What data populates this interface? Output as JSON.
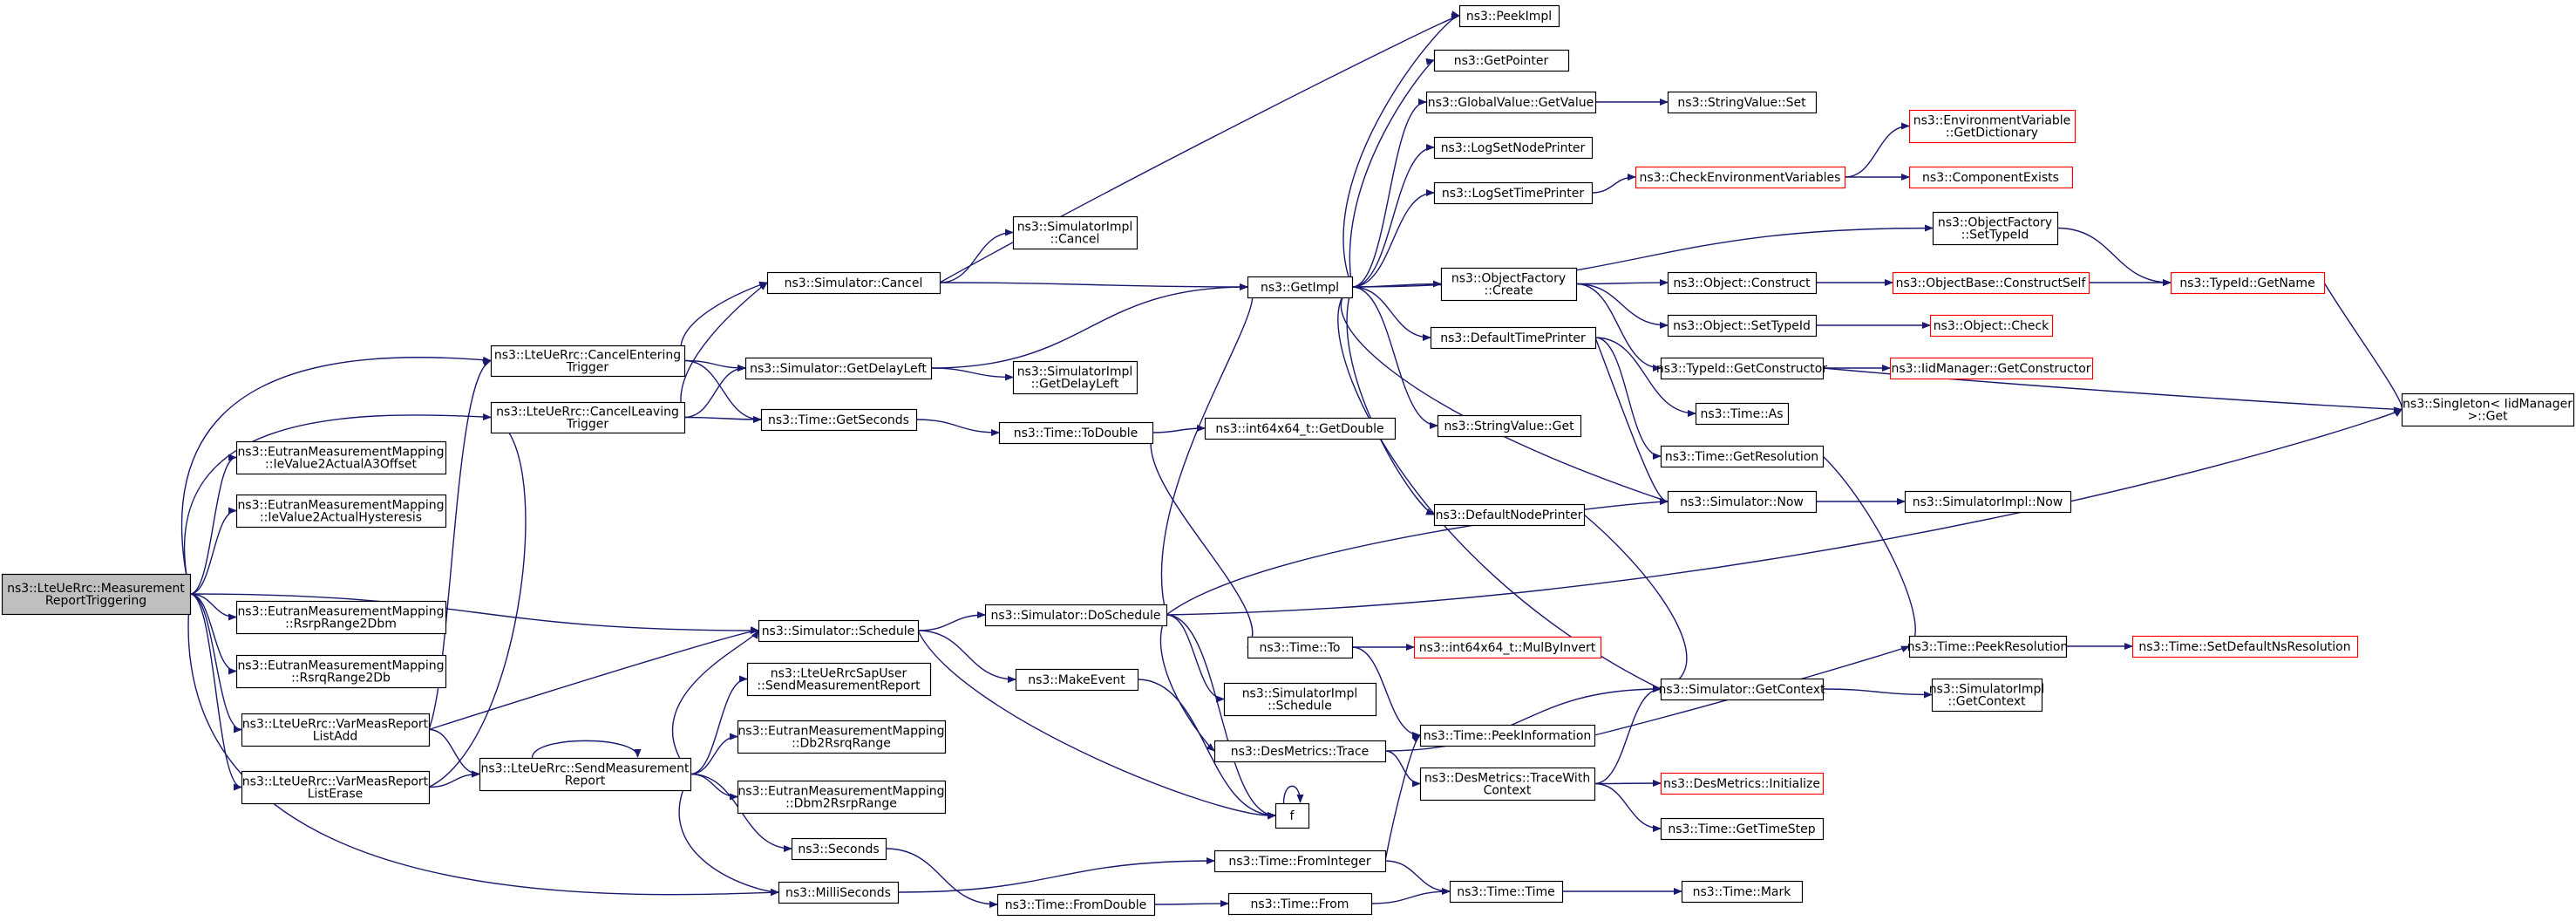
{
  "diagram": {
    "kind": "call-graph",
    "colors": {
      "background": "#ffffff",
      "edge": "#191970",
      "node_border": "#000000",
      "node_border_external": "#ff0000",
      "node_fill": "#ffffff",
      "root_fill": "#bfbfbf",
      "text": "#000000"
    },
    "nodes": [
      {
        "id": "root",
        "lines": [
          "ns3::LteUeRrc::Measurement",
          "ReportTriggering"
        ],
        "style": "root"
      },
      {
        "id": "cancelEntering",
        "lines": [
          "ns3::LteUeRrc::CancelEntering",
          "Trigger"
        ]
      },
      {
        "id": "cancelLeaving",
        "lines": [
          "ns3::LteUeRrc::CancelLeaving",
          "Trigger"
        ]
      },
      {
        "id": "ieA3",
        "lines": [
          "ns3::EutranMeasurementMapping",
          "::IeValue2ActualA3Offset"
        ]
      },
      {
        "id": "ieHyst",
        "lines": [
          "ns3::EutranMeasurementMapping",
          "::IeValue2ActualHysteresis"
        ]
      },
      {
        "id": "rsrp2dbm",
        "lines": [
          "ns3::EutranMeasurementMapping",
          "::RsrpRange2Dbm"
        ]
      },
      {
        "id": "rsrq2db",
        "lines": [
          "ns3::EutranMeasurementMapping",
          "::RsrqRange2Db"
        ]
      },
      {
        "id": "varAdd",
        "lines": [
          "ns3::LteUeRrc::VarMeasReport",
          "ListAdd"
        ]
      },
      {
        "id": "varErase",
        "lines": [
          "ns3::LteUeRrc::VarMeasReport",
          "ListErase"
        ]
      },
      {
        "id": "simCancel",
        "lines": [
          "ns3::Simulator::Cancel"
        ]
      },
      {
        "id": "simDelay",
        "lines": [
          "ns3::Simulator::GetDelayLeft"
        ]
      },
      {
        "id": "timeGetSec",
        "lines": [
          "ns3::Time::GetSeconds"
        ]
      },
      {
        "id": "simSchedule",
        "lines": [
          "ns3::Simulator::Schedule"
        ]
      },
      {
        "id": "sendReport",
        "lines": [
          "ns3::LteUeRrc::SendMeasurement",
          "Report"
        ]
      },
      {
        "id": "milli",
        "lines": [
          "ns3::MilliSeconds"
        ]
      },
      {
        "id": "sapUser",
        "lines": [
          "ns3::LteUeRrcSapUser",
          "::SendMeasurementReport"
        ]
      },
      {
        "id": "db2rsrq",
        "lines": [
          "ns3::EutranMeasurementMapping",
          "::Db2RsrqRange"
        ]
      },
      {
        "id": "dbm2rsrp",
        "lines": [
          "ns3::EutranMeasurementMapping",
          "::Dbm2RsrpRange"
        ]
      },
      {
        "id": "seconds",
        "lines": [
          "ns3::Seconds"
        ]
      },
      {
        "id": "simImplCancel",
        "lines": [
          "ns3::SimulatorImpl",
          "::Cancel"
        ]
      },
      {
        "id": "simImplDelay",
        "lines": [
          "ns3::SimulatorImpl",
          "::GetDelayLeft"
        ]
      },
      {
        "id": "toDouble",
        "lines": [
          "ns3::Time::ToDouble"
        ]
      },
      {
        "id": "doSchedule",
        "lines": [
          "ns3::Simulator::DoSchedule"
        ]
      },
      {
        "id": "makeEvent",
        "lines": [
          "ns3::MakeEvent"
        ]
      },
      {
        "id": "fromDouble",
        "lines": [
          "ns3::Time::FromDouble"
        ]
      },
      {
        "id": "getImpl",
        "lines": [
          "ns3::GetImpl"
        ]
      },
      {
        "id": "int64GetDouble",
        "lines": [
          "ns3::int64x64_t::GetDouble"
        ]
      },
      {
        "id": "timeTo",
        "lines": [
          "ns3::Time::To"
        ]
      },
      {
        "id": "simImplSchedule",
        "lines": [
          "ns3::SimulatorImpl",
          "::Schedule"
        ]
      },
      {
        "id": "desTrace",
        "lines": [
          "ns3::DesMetrics::Trace"
        ]
      },
      {
        "id": "fromInteger",
        "lines": [
          "ns3::Time::FromInteger"
        ]
      },
      {
        "id": "timeFrom",
        "lines": [
          "ns3::Time::From"
        ]
      },
      {
        "id": "fNode",
        "lines": [
          "f"
        ]
      },
      {
        "id": "peekImpl",
        "lines": [
          "ns3::PeekImpl"
        ]
      },
      {
        "id": "getPointer",
        "lines": [
          "ns3::GetPointer"
        ]
      },
      {
        "id": "gvGetValue",
        "lines": [
          "ns3::GlobalValue::GetValue"
        ]
      },
      {
        "id": "logSetNode",
        "lines": [
          "ns3::LogSetNodePrinter"
        ]
      },
      {
        "id": "logSetTime",
        "lines": [
          "ns3::LogSetTimePrinter"
        ]
      },
      {
        "id": "ofCreate",
        "lines": [
          "ns3::ObjectFactory",
          "::Create"
        ]
      },
      {
        "id": "defTimePrinter",
        "lines": [
          "ns3::DefaultTimePrinter"
        ]
      },
      {
        "id": "strGet",
        "lines": [
          "ns3::StringValue::Get"
        ]
      },
      {
        "id": "defNodePrinter",
        "lines": [
          "ns3::DefaultNodePrinter"
        ]
      },
      {
        "id": "int64Mul",
        "lines": [
          "ns3::int64x64_t::MulByInvert"
        ],
        "style": "external"
      },
      {
        "id": "peekInfo",
        "lines": [
          "ns3::Time::PeekInformation"
        ]
      },
      {
        "id": "traceWithCtx",
        "lines": [
          "ns3::DesMetrics::TraceWith",
          "Context"
        ]
      },
      {
        "id": "timeTime",
        "lines": [
          "ns3::Time::Time"
        ]
      },
      {
        "id": "strSet",
        "lines": [
          "ns3::StringValue::Set"
        ]
      },
      {
        "id": "checkEnv",
        "lines": [
          "ns3::CheckEnvironmentVariables"
        ],
        "style": "external"
      },
      {
        "id": "objConstruct",
        "lines": [
          "ns3::Object::Construct"
        ]
      },
      {
        "id": "objSetTypeId",
        "lines": [
          "ns3::Object::SetTypeId"
        ]
      },
      {
        "id": "typeIdGetCtor",
        "lines": [
          "ns3::TypeId::GetConstructor"
        ]
      },
      {
        "id": "timeAs",
        "lines": [
          "ns3::Time::As"
        ]
      },
      {
        "id": "timeGetRes",
        "lines": [
          "ns3::Time::GetResolution"
        ]
      },
      {
        "id": "simNow",
        "lines": [
          "ns3::Simulator::Now"
        ]
      },
      {
        "id": "simGetCtx",
        "lines": [
          "ns3::Simulator::GetContext"
        ]
      },
      {
        "id": "desInit",
        "lines": [
          "ns3::DesMetrics::Initialize"
        ],
        "style": "external"
      },
      {
        "id": "timeGetStep",
        "lines": [
          "ns3::Time::GetTimeStep"
        ]
      },
      {
        "id": "timeMark",
        "lines": [
          "ns3::Time::Mark"
        ]
      },
      {
        "id": "envGetDict",
        "lines": [
          "ns3::EnvironmentVariable",
          "::GetDictionary"
        ],
        "style": "external"
      },
      {
        "id": "compExists",
        "lines": [
          "ns3::ComponentExists"
        ],
        "style": "external"
      },
      {
        "id": "ofSetTypeId",
        "lines": [
          "ns3::ObjectFactory",
          "::SetTypeId"
        ]
      },
      {
        "id": "objBaseCS",
        "lines": [
          "ns3::ObjectBase::ConstructSelf"
        ],
        "style": "external"
      },
      {
        "id": "objCheck",
        "lines": [
          "ns3::Object::Check"
        ],
        "style": "external"
      },
      {
        "id": "iidGetCtor",
        "lines": [
          "ns3::IidManager::GetConstructor"
        ],
        "style": "external"
      },
      {
        "id": "simImplNow",
        "lines": [
          "ns3::SimulatorImpl::Now"
        ]
      },
      {
        "id": "peekRes",
        "lines": [
          "ns3::Time::PeekResolution"
        ]
      },
      {
        "id": "simImplGetCtx",
        "lines": [
          "ns3::SimulatorImpl",
          "::GetContext"
        ]
      },
      {
        "id": "typeIdGetName",
        "lines": [
          "ns3::TypeId::GetName"
        ],
        "style": "external"
      },
      {
        "id": "setDefaultNsRes",
        "lines": [
          "ns3::Time::SetDefaultNsResolution"
        ],
        "style": "external"
      },
      {
        "id": "singletonGet",
        "lines": [
          "ns3::Singleton< IidManager",
          ">::Get"
        ]
      }
    ],
    "edges": [
      [
        "root",
        "cancelEntering"
      ],
      [
        "root",
        "cancelLeaving"
      ],
      [
        "root",
        "ieA3"
      ],
      [
        "root",
        "ieHyst"
      ],
      [
        "root",
        "simSchedule"
      ],
      [
        "root",
        "rsrp2dbm"
      ],
      [
        "root",
        "rsrq2db"
      ],
      [
        "root",
        "varAdd"
      ],
      [
        "root",
        "varErase"
      ],
      [
        "root",
        "milli"
      ],
      [
        "cancelEntering",
        "simCancel"
      ],
      [
        "cancelEntering",
        "simDelay"
      ],
      [
        "cancelEntering",
        "timeGetSec"
      ],
      [
        "cancelLeaving",
        "simCancel"
      ],
      [
        "cancelLeaving",
        "simDelay"
      ],
      [
        "cancelLeaving",
        "timeGetSec"
      ],
      [
        "varAdd",
        "cancelEntering"
      ],
      [
        "varAdd",
        "simSchedule"
      ],
      [
        "varAdd",
        "sendReport"
      ],
      [
        "varErase",
        "cancelLeaving"
      ],
      [
        "varErase",
        "sendReport"
      ],
      [
        "simCancel",
        "peekImpl"
      ],
      [
        "simCancel",
        "simImplCancel"
      ],
      [
        "simCancel",
        "getImpl"
      ],
      [
        "simDelay",
        "simImplDelay"
      ],
      [
        "simDelay",
        "getImpl"
      ],
      [
        "timeGetSec",
        "toDouble"
      ],
      [
        "simSchedule",
        "doSchedule"
      ],
      [
        "simSchedule",
        "makeEvent"
      ],
      [
        "simSchedule",
        "fNode"
      ],
      [
        "sendReport",
        "sendReport"
      ],
      [
        "sendReport",
        "simSchedule"
      ],
      [
        "sendReport",
        "sapUser"
      ],
      [
        "sendReport",
        "db2rsrq"
      ],
      [
        "sendReport",
        "dbm2rsrp"
      ],
      [
        "sendReport",
        "seconds"
      ],
      [
        "sendReport",
        "milli"
      ],
      [
        "milli",
        "fromInteger"
      ],
      [
        "seconds",
        "fromDouble"
      ],
      [
        "toDouble",
        "int64GetDouble"
      ],
      [
        "toDouble",
        "timeTo"
      ],
      [
        "doSchedule",
        "getImpl"
      ],
      [
        "doSchedule",
        "simNow"
      ],
      [
        "doSchedule",
        "singletonGet"
      ],
      [
        "doSchedule",
        "simImplSchedule"
      ],
      [
        "doSchedule",
        "desTrace"
      ],
      [
        "doSchedule",
        "fNode"
      ],
      [
        "makeEvent",
        "fNode"
      ],
      [
        "fNode",
        "fNode"
      ],
      [
        "fromDouble",
        "timeFrom"
      ],
      [
        "timeTo",
        "int64Mul"
      ],
      [
        "timeTo",
        "peekInfo"
      ],
      [
        "desTrace",
        "simGetCtx"
      ],
      [
        "desTrace",
        "traceWithCtx"
      ],
      [
        "fromInteger",
        "peekInfo"
      ],
      [
        "fromInteger",
        "timeTime"
      ],
      [
        "timeFrom",
        "timeTime"
      ],
      [
        "getImpl",
        "peekImpl"
      ],
      [
        "getImpl",
        "getPointer"
      ],
      [
        "getImpl",
        "gvGetValue"
      ],
      [
        "getImpl",
        "logSetNode"
      ],
      [
        "getImpl",
        "logSetTime"
      ],
      [
        "getImpl",
        "ofSetTypeId"
      ],
      [
        "getImpl",
        "ofCreate"
      ],
      [
        "getImpl",
        "defTimePrinter"
      ],
      [
        "getImpl",
        "strGet"
      ],
      [
        "getImpl",
        "defNodePrinter"
      ],
      [
        "gvGetValue",
        "strSet"
      ],
      [
        "logSetTime",
        "checkEnv"
      ],
      [
        "checkEnv",
        "envGetDict"
      ],
      [
        "checkEnv",
        "compExists"
      ],
      [
        "ofCreate",
        "objConstruct"
      ],
      [
        "ofCreate",
        "objSetTypeId"
      ],
      [
        "ofCreate",
        "typeIdGetCtor"
      ],
      [
        "defTimePrinter",
        "timeAs"
      ],
      [
        "defTimePrinter",
        "timeGetRes"
      ],
      [
        "defTimePrinter",
        "simNow"
      ],
      [
        "defNodePrinter",
        "simGetCtx"
      ],
      [
        "objConstruct",
        "objBaseCS"
      ],
      [
        "objSetTypeId",
        "objCheck"
      ],
      [
        "typeIdGetCtor",
        "iidGetCtor"
      ],
      [
        "typeIdGetCtor",
        "singletonGet"
      ],
      [
        "timeGetRes",
        "peekRes"
      ],
      [
        "simNow",
        "getImpl"
      ],
      [
        "simNow",
        "simImplNow"
      ],
      [
        "simGetCtx",
        "getImpl"
      ],
      [
        "simGetCtx",
        "simImplGetCtx"
      ],
      [
        "peekInfo",
        "peekRes"
      ],
      [
        "traceWithCtx",
        "simGetCtx"
      ],
      [
        "traceWithCtx",
        "desInit"
      ],
      [
        "traceWithCtx",
        "timeGetStep"
      ],
      [
        "timeTime",
        "timeMark"
      ],
      [
        "peekRes",
        "setDefaultNsRes"
      ],
      [
        "ofSetTypeId",
        "typeIdGetName"
      ],
      [
        "objBaseCS",
        "typeIdGetName"
      ],
      [
        "typeIdGetName",
        "singletonGet"
      ]
    ]
  }
}
